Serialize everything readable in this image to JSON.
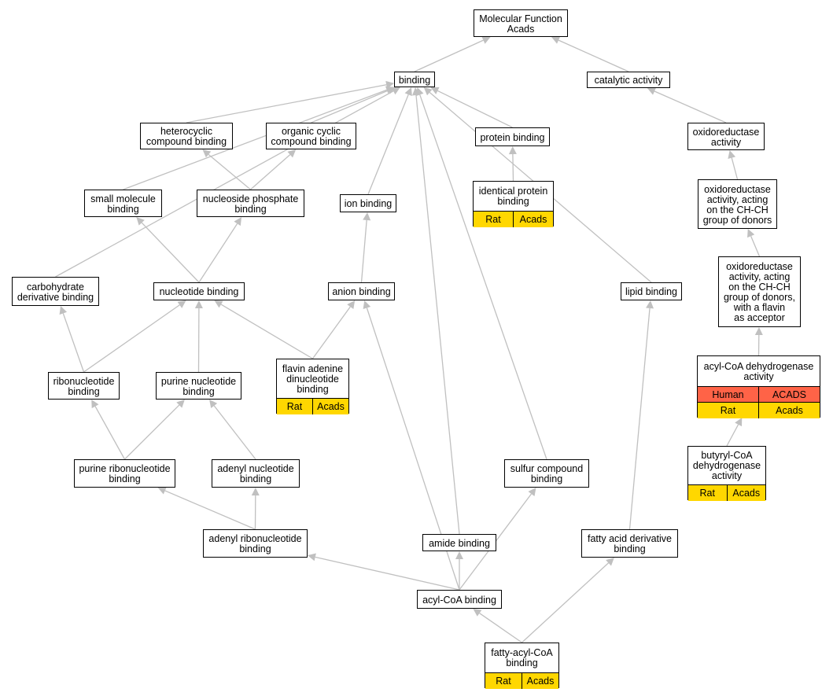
{
  "nodes": {
    "mf": {
      "label": "Molecular Function\nAcads"
    },
    "binding": {
      "label": "binding"
    },
    "catalytic": {
      "label": "catalytic activity"
    },
    "hetero": {
      "label": "heterocyclic\ncompound binding"
    },
    "organic": {
      "label": "organic cyclic\ncompound binding"
    },
    "protein": {
      "label": "protein binding"
    },
    "oxred": {
      "label": "oxidoreductase\nactivity"
    },
    "smallmol": {
      "label": "small molecule\nbinding"
    },
    "nucphos": {
      "label": "nucleoside phosphate\nbinding"
    },
    "ion": {
      "label": "ion binding"
    },
    "identprot": {
      "label": "identical protein\nbinding",
      "rows": [
        {
          "color": "#ffd700",
          "cells": [
            "Rat",
            "Acads"
          ]
        }
      ]
    },
    "oxredchch": {
      "label": "oxidoreductase\nactivity, acting\non the CH-CH\ngroup of donors"
    },
    "carbo": {
      "label": "carbohydrate\nderivative binding"
    },
    "nucleotide": {
      "label": "nucleotide binding"
    },
    "anion": {
      "label": "anion binding"
    },
    "lipid": {
      "label": "lipid binding"
    },
    "oxredflavin": {
      "label": "oxidoreductase\nactivity, acting\non the CH-CH\ngroup of donors,\nwith a flavin\nas acceptor"
    },
    "ribonuc": {
      "label": "ribonucleotide\nbinding"
    },
    "purinenuc": {
      "label": "purine nucleotide\nbinding"
    },
    "fad": {
      "label": "flavin adenine\ndinucleotide\nbinding",
      "rows": [
        {
          "color": "#ffd700",
          "cells": [
            "Rat",
            "Acads"
          ]
        }
      ]
    },
    "acyldh": {
      "label": "acyl-CoA dehydrogenase\nactivity",
      "rows": [
        {
          "color": "#ff6347",
          "cells": [
            "Human",
            "ACADS"
          ]
        },
        {
          "color": "#ffd700",
          "cells": [
            "Rat",
            "Acads"
          ]
        }
      ]
    },
    "purineribo": {
      "label": "purine ribonucleotide\nbinding"
    },
    "adenylnuc": {
      "label": "adenyl nucleotide\nbinding"
    },
    "sulfur": {
      "label": "sulfur compound\nbinding"
    },
    "butyryl": {
      "label": "butyryl-CoA\ndehydrogenase\nactivity",
      "rows": [
        {
          "color": "#ffd700",
          "cells": [
            "Rat",
            "Acads"
          ]
        }
      ]
    },
    "adenylribo": {
      "label": "adenyl ribonucleotide\nbinding"
    },
    "amide": {
      "label": "amide binding"
    },
    "fattyderiv": {
      "label": "fatty acid derivative\nbinding"
    },
    "acylcoa": {
      "label": "acyl-CoA binding"
    },
    "fattyacyl": {
      "label": "fatty-acyl-CoA\nbinding",
      "rows": [
        {
          "color": "#ffd700",
          "cells": [
            "Rat",
            "Acads"
          ]
        }
      ]
    }
  },
  "edges": [
    [
      "binding",
      "mf"
    ],
    [
      "catalytic",
      "mf"
    ],
    [
      "hetero",
      "binding"
    ],
    [
      "organic",
      "binding"
    ],
    [
      "protein",
      "binding"
    ],
    [
      "ion",
      "binding"
    ],
    [
      "smallmol",
      "binding"
    ],
    [
      "carbo",
      "binding"
    ],
    [
      "amide",
      "binding"
    ],
    [
      "sulfur",
      "binding"
    ],
    [
      "lipid",
      "binding"
    ],
    [
      "oxred",
      "catalytic"
    ],
    [
      "identprot",
      "protein"
    ],
    [
      "nucphos",
      "hetero"
    ],
    [
      "nucphos",
      "organic"
    ],
    [
      "oxredchch",
      "oxred"
    ],
    [
      "nucleotide",
      "smallmol"
    ],
    [
      "nucleotide",
      "nucphos"
    ],
    [
      "anion",
      "ion"
    ],
    [
      "oxredflavin",
      "oxredchch"
    ],
    [
      "ribonuc",
      "carbo"
    ],
    [
      "ribonuc",
      "nucleotide"
    ],
    [
      "purinenuc",
      "nucleotide"
    ],
    [
      "fad",
      "nucleotide"
    ],
    [
      "fad",
      "anion"
    ],
    [
      "acyldh",
      "oxredflavin"
    ],
    [
      "purineribo",
      "ribonuc"
    ],
    [
      "purineribo",
      "purinenuc"
    ],
    [
      "adenylnuc",
      "purinenuc"
    ],
    [
      "butyryl",
      "acyldh"
    ],
    [
      "adenylribo",
      "purineribo"
    ],
    [
      "adenylribo",
      "adenylnuc"
    ],
    [
      "acylcoa",
      "adenylribo"
    ],
    [
      "acylcoa",
      "amide"
    ],
    [
      "acylcoa",
      "sulfur"
    ],
    [
      "acylcoa",
      "anion"
    ],
    [
      "fattyderiv",
      "lipid"
    ],
    [
      "fattyacyl",
      "acylcoa"
    ],
    [
      "fattyacyl",
      "fattyderiv"
    ]
  ],
  "colors": {
    "edge": "#c0c0c0",
    "rat": "#ffd700",
    "human": "#ff6347"
  }
}
